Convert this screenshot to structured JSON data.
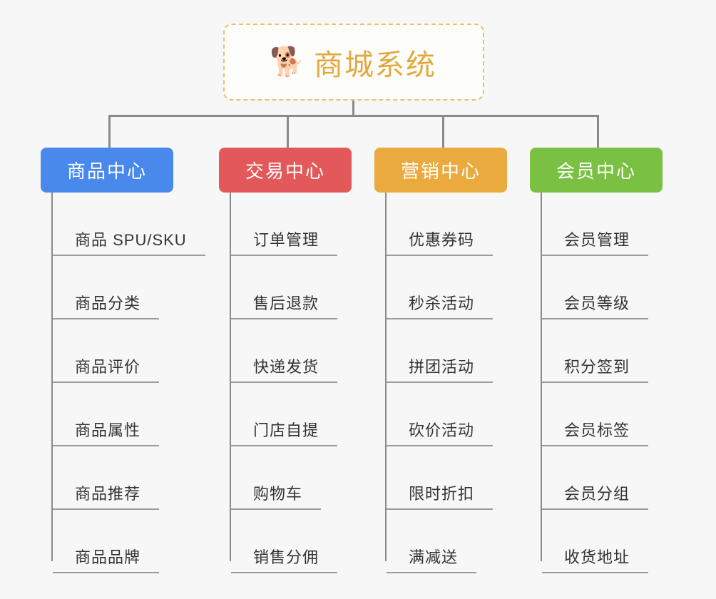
{
  "root": {
    "icon": "shiba-dog-emoji",
    "emoji": "🐕",
    "title": "商城系统",
    "title_color": "#e3a93c",
    "border_color": "#edc06a"
  },
  "connector_color": "#8a8a8a",
  "background_color": "#f7f7f7",
  "columns": [
    {
      "title": "商品中心",
      "color": "#4a89ec",
      "color_name": "blue",
      "items": [
        "商品 SPU/SKU",
        "商品分类",
        "商品评价",
        "商品属性",
        "商品推荐",
        "商品品牌"
      ]
    },
    {
      "title": "交易中心",
      "color": "#e3595a",
      "color_name": "red",
      "items": [
        "订单管理",
        "售后退款",
        "快递发货",
        "门店自提",
        "购物车",
        "销售分佣"
      ]
    },
    {
      "title": "营销中心",
      "color": "#eaaa3e",
      "color_name": "orange",
      "items": [
        "优惠券码",
        "秒杀活动",
        "拼团活动",
        "砍价活动",
        "限时折扣",
        "满减送"
      ]
    },
    {
      "title": "会员中心",
      "color": "#7ac143",
      "color_name": "green",
      "items": [
        "会员管理",
        "会员等级",
        "积分签到",
        "会员标签",
        "会员分组",
        "收货地址"
      ]
    }
  ]
}
